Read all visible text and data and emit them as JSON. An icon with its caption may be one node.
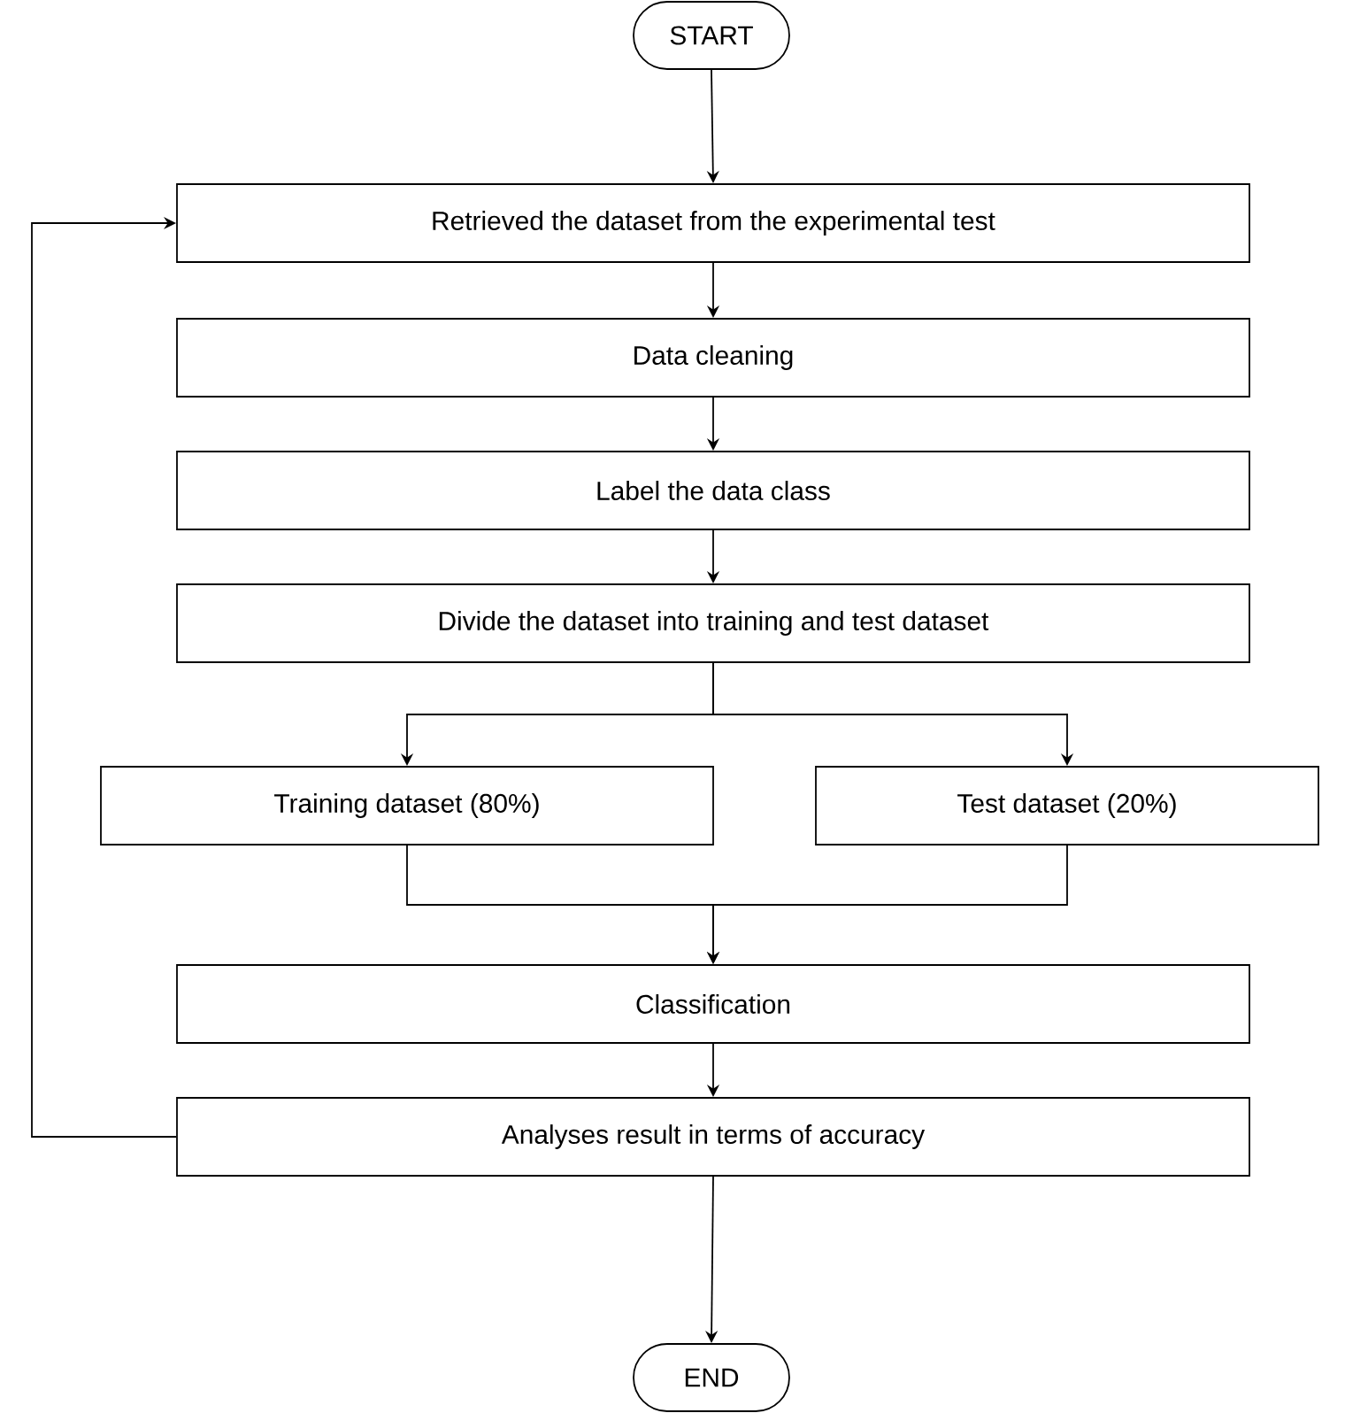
{
  "diagram": {
    "nodes": [
      {
        "text": [
          "START"
        ]
      },
      {
        "text": [
          "Retrieved the dataset from the experimental test"
        ]
      },
      {
        "text": [
          "Data cleaning"
        ]
      },
      {
        "text": [
          "Label the data class"
        ]
      },
      {
        "text": [
          "Divide the dataset into training and test dataset"
        ]
      },
      {
        "text": [
          "Training dataset (80%)"
        ]
      },
      {
        "text": [
          "Test dataset (20%)"
        ]
      },
      {
        "text": [
          "Classification"
        ]
      },
      {
        "text": [
          "Analyses result in terms of accuracy"
        ]
      },
      {
        "text": [
          "END"
        ]
      }
    ],
    "edges": [
      {
        "from": 0,
        "to": 1,
        "arrow": "to"
      },
      {
        "from": 1,
        "to": 2,
        "arrow": "to"
      },
      {
        "from": 2,
        "to": 3,
        "arrow": "to"
      },
      {
        "from": 3,
        "to": 4,
        "arrow": "to"
      },
      {
        "from": 4,
        "to": 5,
        "arrow": "to"
      },
      {
        "from": 4,
        "to": 6,
        "arrow": "to"
      },
      {
        "from": 5,
        "to": 7,
        "arrow": "to"
      },
      {
        "from": 6,
        "to": 7,
        "arrow": "to"
      },
      {
        "from": 7,
        "to": 8,
        "arrow": "to"
      },
      {
        "from": 8,
        "to": 9,
        "arrow": "to"
      },
      {
        "from": 8,
        "to": 1,
        "arrow": "to"
      }
    ]
  }
}
